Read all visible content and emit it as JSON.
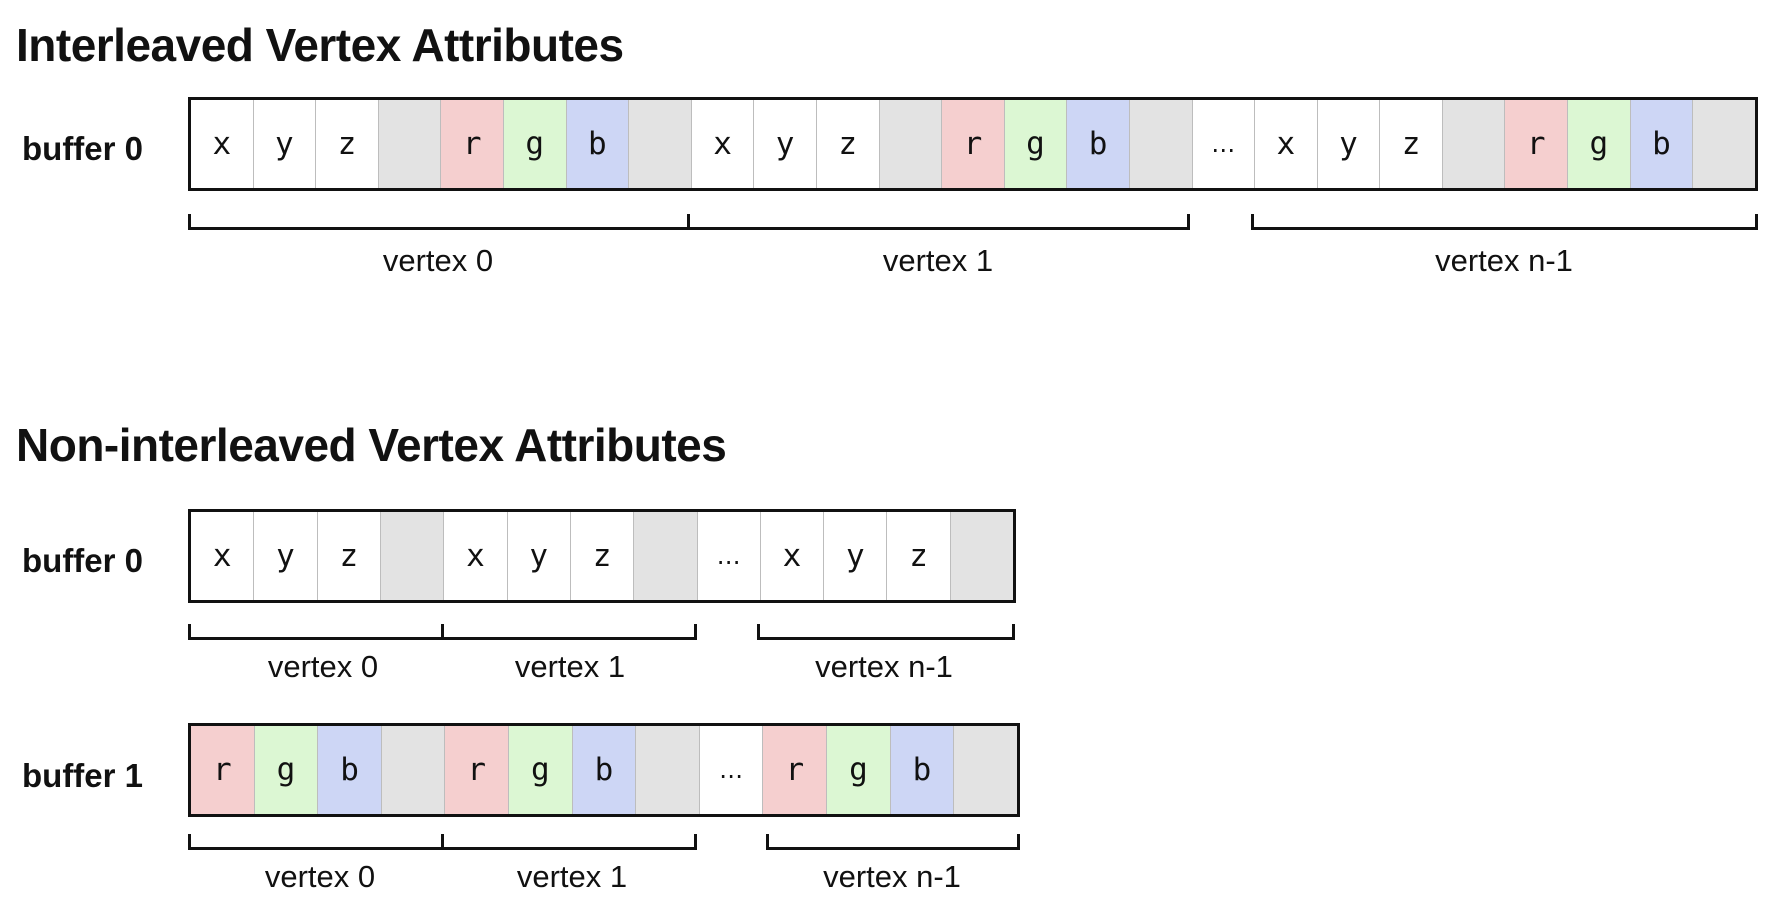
{
  "sections": [
    {
      "title": "Interleaved Vertex Attributes",
      "buffers": [
        {
          "label": "buffer 0",
          "cells": [
            "x",
            "y",
            "z",
            "",
            "r",
            "g",
            "b",
            "",
            "x",
            "y",
            "z",
            "",
            "r",
            "g",
            "b",
            "",
            "…",
            "x",
            "y",
            "z",
            "",
            "r",
            "g",
            "b",
            ""
          ],
          "vertices": [
            "vertex 0",
            "vertex 1",
            "vertex n-1"
          ]
        }
      ]
    },
    {
      "title": "Non-interleaved Vertex Attributes",
      "buffers": [
        {
          "label": "buffer 0",
          "cells": [
            "x",
            "y",
            "z",
            "",
            "x",
            "y",
            "z",
            "",
            "…",
            "x",
            "y",
            "z",
            ""
          ],
          "vertices": [
            "vertex 0",
            "vertex 1",
            "vertex n-1"
          ]
        },
        {
          "label": "buffer 1",
          "cells": [
            "r",
            "g",
            "b",
            "",
            "r",
            "g",
            "b",
            "",
            "…",
            "r",
            "g",
            "b",
            ""
          ],
          "vertices": [
            "vertex 0",
            "vertex 1",
            "vertex n-1"
          ]
        }
      ]
    }
  ],
  "colors": {
    "r": "#f5cfcf",
    "g": "#dcf7d3",
    "b": "#cdd6f5",
    "padding": "#e3e3e3",
    "border": "#111111"
  }
}
